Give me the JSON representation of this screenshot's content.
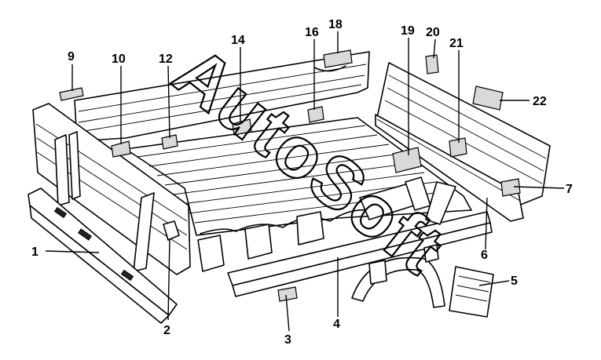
{
  "watermark": "AutoSoft",
  "callouts": [
    {
      "id": "c1",
      "label": "1"
    },
    {
      "id": "c2",
      "label": "2"
    },
    {
      "id": "c3",
      "label": "3"
    },
    {
      "id": "c4",
      "label": "4"
    },
    {
      "id": "c5",
      "label": "5"
    },
    {
      "id": "c6",
      "label": "6"
    },
    {
      "id": "c7",
      "label": "7"
    },
    {
      "id": "c9",
      "label": "9"
    },
    {
      "id": "c10",
      "label": "10"
    },
    {
      "id": "c12",
      "label": "12"
    },
    {
      "id": "c14",
      "label": "14"
    },
    {
      "id": "c16",
      "label": "16"
    },
    {
      "id": "c18",
      "label": "18"
    },
    {
      "id": "c19",
      "label": "19"
    },
    {
      "id": "c20",
      "label": "20"
    },
    {
      "id": "c21",
      "label": "21"
    },
    {
      "id": "c22",
      "label": "22"
    }
  ]
}
